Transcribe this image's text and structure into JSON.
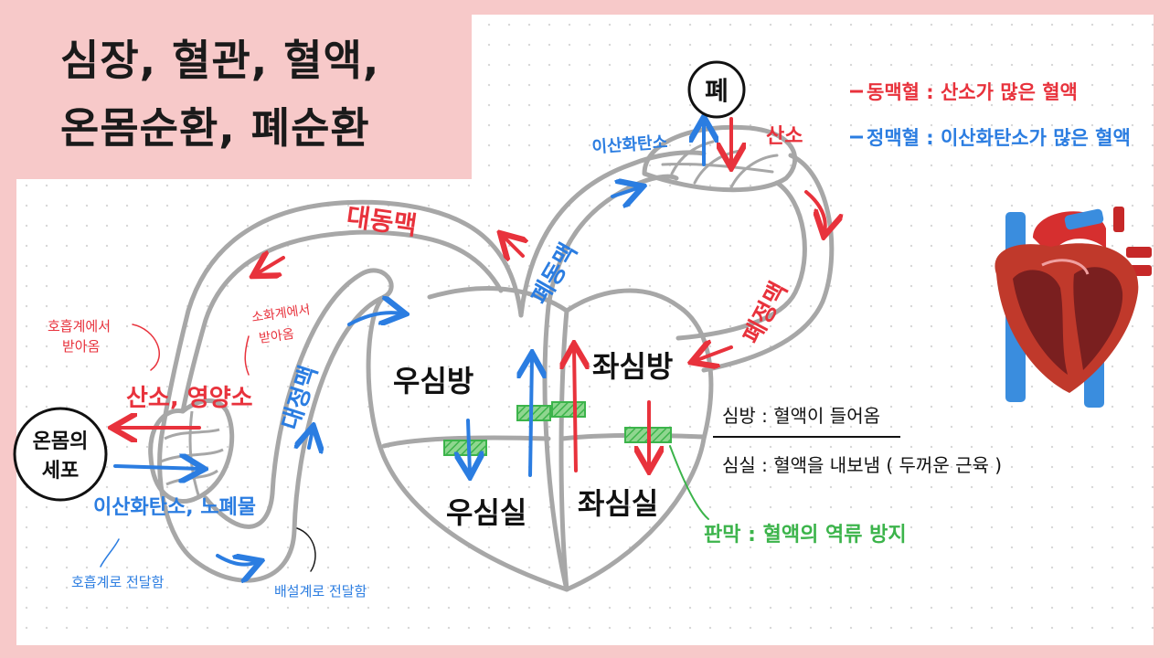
{
  "title": {
    "line1": "심장, 혈관, 혈액,",
    "line2": "온몸순환, 폐순환"
  },
  "colors": {
    "artery": "#e8323c",
    "vein": "#2b7de1",
    "valve": "#3cb44b",
    "vessel": "#a7a7a7",
    "ink": "#111111",
    "background": "#f7c9c9"
  },
  "legend": {
    "artery_blood": "동맥혈 : 산소가 많은 혈액",
    "vein_blood": "정맥혈 : 이산화탄소가 많은 혈액"
  },
  "labels": {
    "lung": "폐",
    "body_cells_1": "온몸의",
    "body_cells_2": "세포",
    "aorta": "대동맥",
    "vena_cava": "대정맥",
    "pulmonary_artery": "폐동맥",
    "pulmonary_vein": "폐정맥",
    "right_atrium": "우심방",
    "right_ventricle": "우심실",
    "left_atrium": "좌심방",
    "left_ventricle": "좌심실",
    "lung_co2": "이산화탄소",
    "lung_o2": "산소",
    "oxygen_nutrients": "산소, 영양소",
    "from_respiratory_1": "호흡계에서",
    "from_respiratory_2": "받아옴",
    "from_digestive_1": "소화계에서",
    "from_digestive_2": "받아옴",
    "co2_waste": "이산화탄소, 노폐물",
    "to_respiratory": "호흡계로 전달함",
    "to_excretory": "배설계로 전달함"
  },
  "notes": {
    "atrium": "심방 : 혈액이 들어옴",
    "ventricle": "심실 : 혈액을 내보냄 ( 두꺼운 근육 )",
    "valve": "판막 : 혈액의 역류 방지"
  }
}
